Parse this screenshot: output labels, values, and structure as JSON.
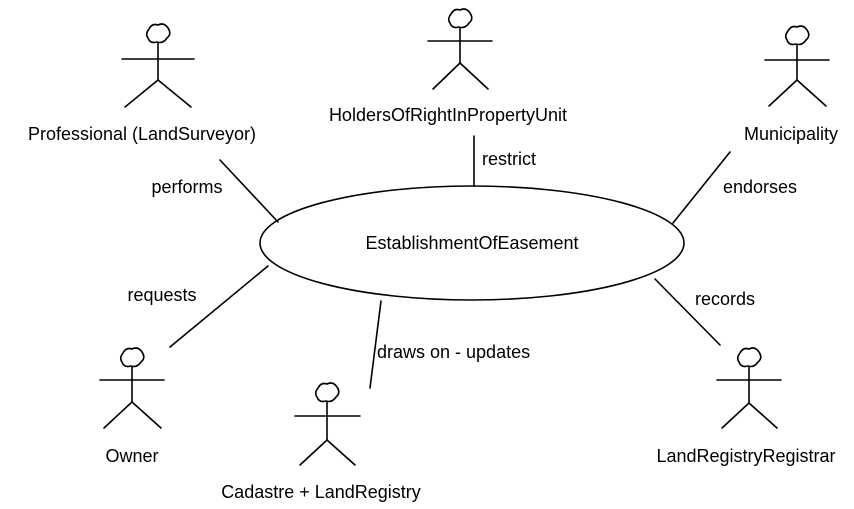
{
  "diagram": {
    "use_case": "EstablishmentOfEasement",
    "actors": [
      {
        "id": "professional",
        "label": "Professional (LandSurveyor)"
      },
      {
        "id": "holders",
        "label": "HoldersOfRightInPropertyUnit"
      },
      {
        "id": "municipality",
        "label": "Municipality"
      },
      {
        "id": "owner",
        "label": "Owner"
      },
      {
        "id": "cadastre",
        "label": "Cadastre + LandRegistry"
      },
      {
        "id": "registrar",
        "label": "LandRegistryRegistrar"
      }
    ],
    "associations": [
      {
        "actor": "professional",
        "label": "performs"
      },
      {
        "actor": "holders",
        "label": "restrict"
      },
      {
        "actor": "municipality",
        "label": "endorses"
      },
      {
        "actor": "owner",
        "label": "requests"
      },
      {
        "actor": "cadastre",
        "label": "draws on - updates"
      },
      {
        "actor": "registrar",
        "label": "records"
      }
    ]
  }
}
